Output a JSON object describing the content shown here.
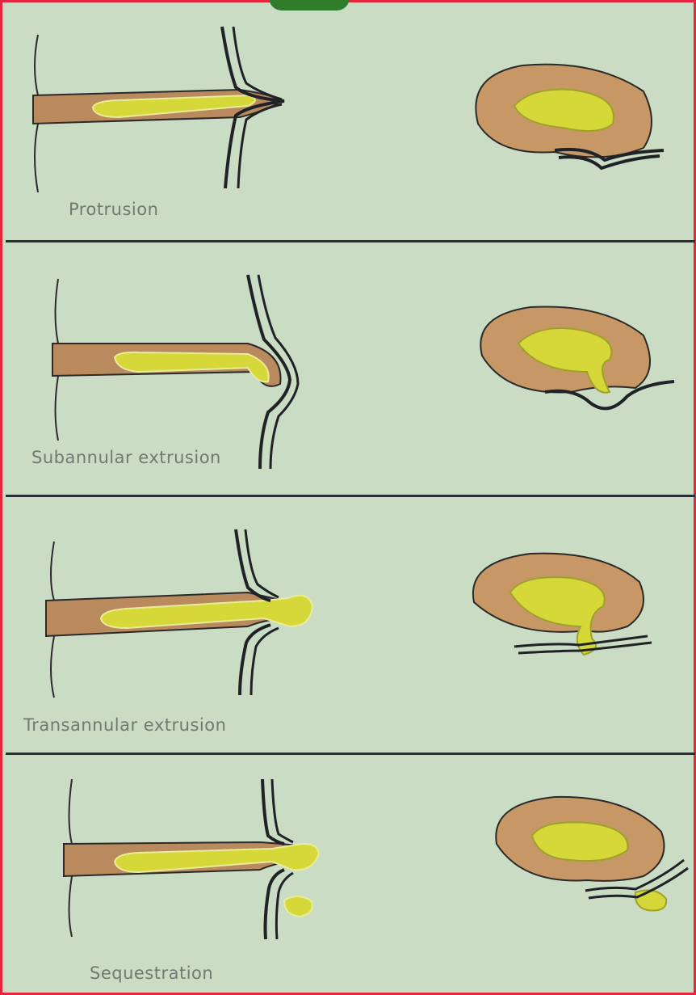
{
  "figure": {
    "panels": [
      {
        "id": "protrusion",
        "caption": "Protrusion"
      },
      {
        "id": "subannular",
        "caption": "Subannular extrusion"
      },
      {
        "id": "transannular",
        "caption": "Transannular extrusion"
      },
      {
        "id": "sequestration",
        "caption": "Sequestration"
      }
    ]
  },
  "colors": {
    "background": "#cbdcc4",
    "annulus": "#b98a5e",
    "nucleus": "#d6d83a",
    "outline": "#1f2226",
    "frame": "#e8243c",
    "caption": "#6f7a70"
  }
}
